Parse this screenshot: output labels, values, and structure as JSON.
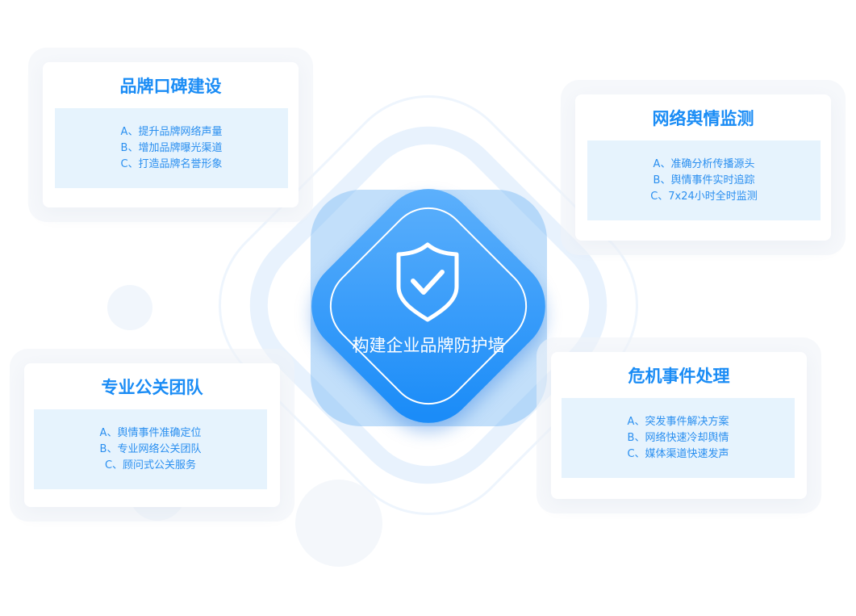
{
  "center": {
    "title": "构建企业品牌防护墙",
    "icon": "shield-check-icon"
  },
  "cards": [
    {
      "title": "品牌口碑建设",
      "items": [
        "A、提升品牌网络声量",
        "B、增加品牌曝光渠道",
        "C、打造品牌名誉形象"
      ]
    },
    {
      "title": "网络舆情监测",
      "items": [
        "A、准确分析传播源头",
        "B、舆情事件实时追踪",
        "C、7x24小时全时监测"
      ]
    },
    {
      "title": "专业公关团队",
      "items": [
        "A、舆情事件准确定位",
        "B、专业网络公关团队",
        "C、顾问式公关服务"
      ]
    },
    {
      "title": "危机事件处理",
      "items": [
        "A、突发事件解决方案",
        "B、网络快速冷却舆情",
        "C、媒体渠道快速发声"
      ]
    }
  ],
  "colors": {
    "accent": "#1a8cf5",
    "box_bg": "#e6f3fd"
  }
}
